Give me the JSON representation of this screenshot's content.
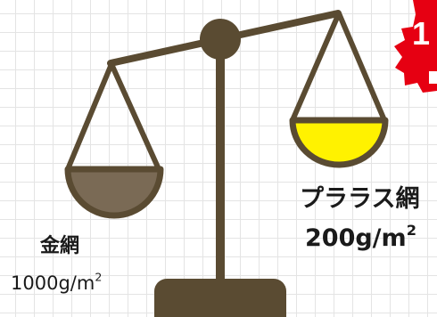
{
  "left_pan": {
    "name": "金網",
    "weight": "1000g/m",
    "weight_exponent": "2",
    "fill_color": "#7a6a55"
  },
  "right_pan": {
    "name": "プララス網",
    "weight": "200g/m",
    "weight_exponent": "2",
    "fill_color": "#fff200"
  },
  "badge": {
    "digit": "1",
    "color": "#e60012"
  },
  "colors": {
    "scale": "#5a4b32",
    "grid": "#e4e4e4"
  },
  "icons": [
    "balance-scale-icon"
  ]
}
